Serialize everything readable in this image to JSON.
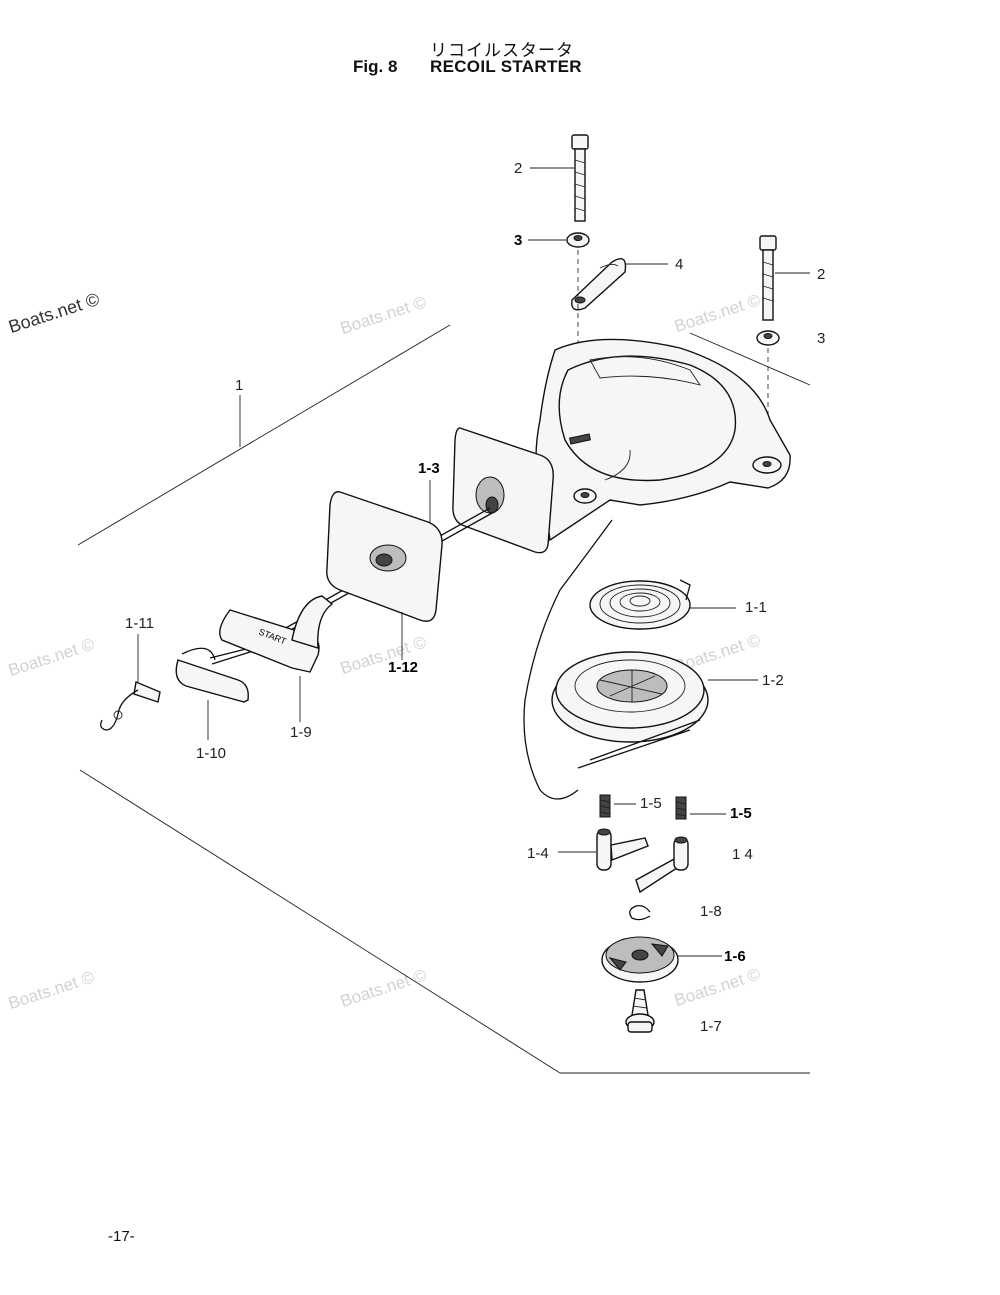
{
  "header": {
    "title_jp": "リコイルスタータ",
    "figure_label": "Fig. 8",
    "figure_title": "RECOIL STARTER"
  },
  "footer": {
    "page_number": "-17-"
  },
  "watermarks": {
    "primary": "Boats.net ©",
    "faint": "Boats.net ©"
  },
  "callouts": {
    "bolt_top": "2",
    "washer_top": "3",
    "plate": "4",
    "bolt_right": "2",
    "washer_right": "3",
    "assembly": "1",
    "guide": "1-3",
    "spiral_spring": "1-1",
    "reel": "1-2",
    "grip_cover": "1-12",
    "handle": "1-9",
    "stopper": "1-11",
    "rope_weight": "1-10",
    "spring_left": "1-5",
    "spring_right": "1-5",
    "pawl_left": "1-4",
    "pawl_right": "1 4",
    "clip": "1-8",
    "ratchet": "1-6",
    "screw": "1-7"
  }
}
